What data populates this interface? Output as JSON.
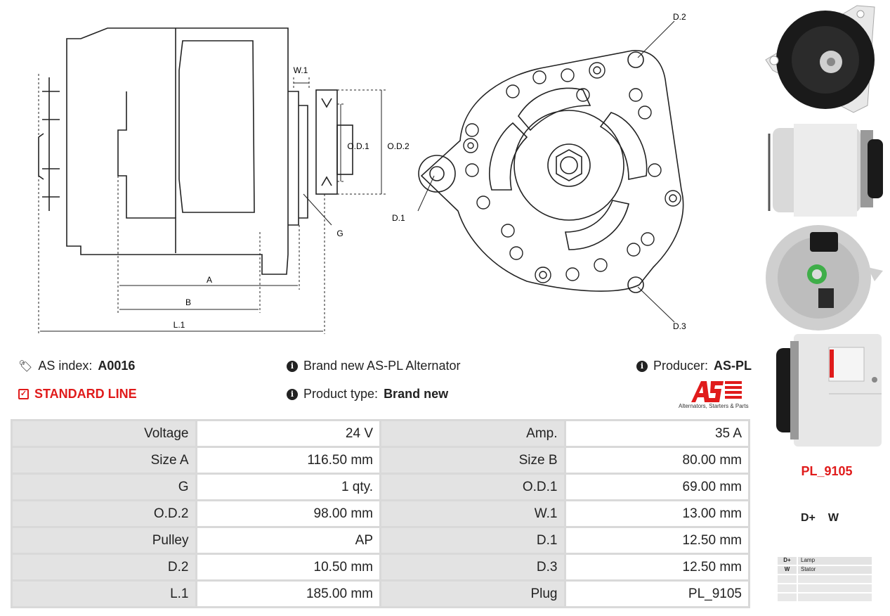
{
  "drawing": {
    "labels": {
      "w1": "W.1",
      "od1": "O.D.1",
      "od2": "O.D.2",
      "g": "G",
      "a": "A",
      "b": "B",
      "l1": "L.1",
      "d1": "D.1",
      "d2": "D.2",
      "d3": "D.3"
    }
  },
  "info": {
    "as_index_label": "AS index:",
    "as_index_value": "A0016",
    "standard_line": "STANDARD LINE",
    "description": "Brand new AS-PL Alternator",
    "product_type_label": "Product type:",
    "product_type_value": "Brand new",
    "producer_label": "Producer:",
    "producer_value": "AS-PL"
  },
  "logo": {
    "text": "AS",
    "tagline": "Alternators, Starters & Parts",
    "color": "#e01b1b"
  },
  "specs": [
    [
      "Voltage",
      "24 V",
      "Amp.",
      "35 A"
    ],
    [
      "Size A",
      "116.50 mm",
      "Size B",
      "80.00 mm"
    ],
    [
      "G",
      "1 qty.",
      "O.D.1",
      "69.00 mm"
    ],
    [
      "O.D.2",
      "98.00 mm",
      "W.1",
      "13.00 mm"
    ],
    [
      "Pulley",
      "AP",
      "D.1",
      "12.50 mm"
    ],
    [
      "D.2",
      "10.50 mm",
      "D.3",
      "12.50 mm"
    ],
    [
      "L.1",
      "185.00 mm",
      "Plug",
      "PL_9105"
    ]
  ],
  "plug": {
    "code": "PL_9105",
    "pins": [
      "D+",
      "W"
    ],
    "legend": [
      {
        "key": "D+",
        "value": "Lamp"
      },
      {
        "key": "W",
        "value": "Stator"
      },
      {
        "key": "",
        "value": ""
      },
      {
        "key": "",
        "value": ""
      },
      {
        "key": "",
        "value": ""
      }
    ]
  }
}
